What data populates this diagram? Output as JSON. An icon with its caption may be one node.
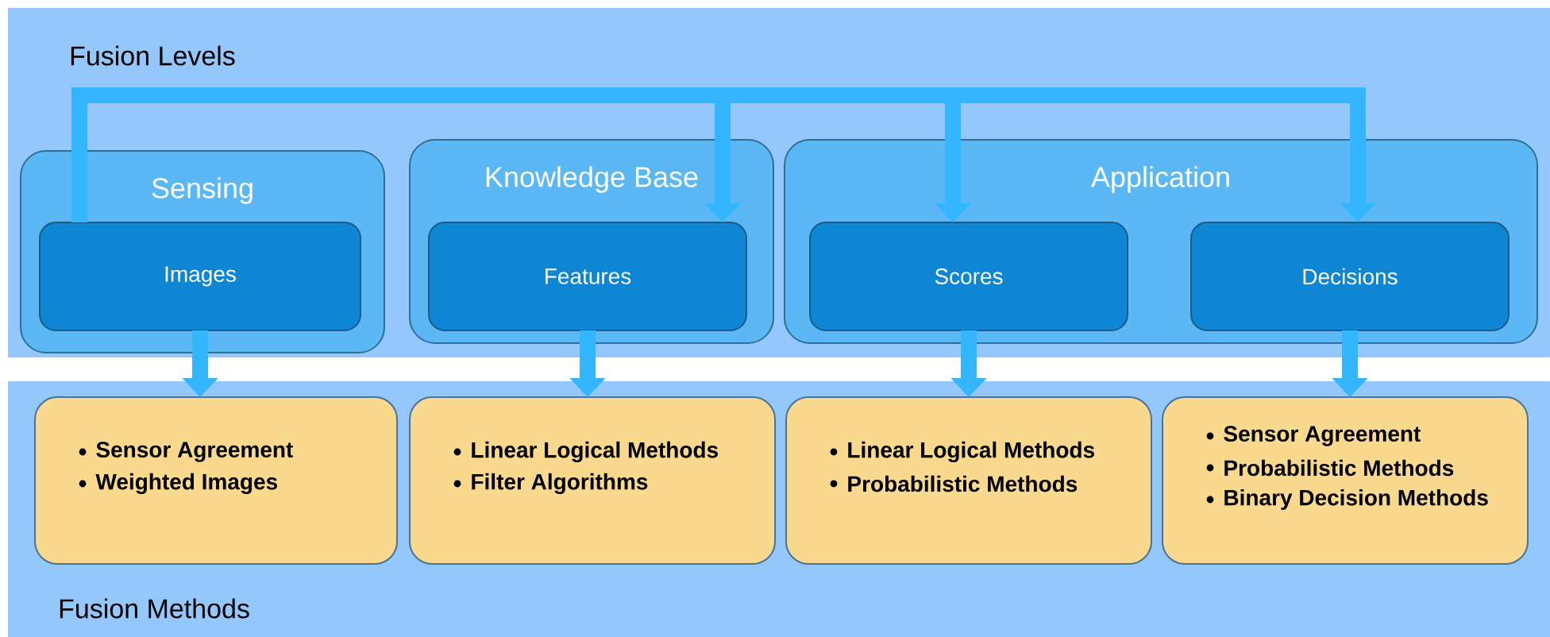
{
  "diagram": {
    "nodes": [
      {
        "text": [
          "Fusion Levels"
        ]
      },
      {
        "text": [
          "Sensing"
        ],
        "in": 0
      },
      {
        "text": [
          "Images"
        ],
        "in": 1
      },
      {
        "text": [
          "Knowledge Base"
        ],
        "in": 0
      },
      {
        "text": [
          "Features"
        ],
        "in": 3
      },
      {
        "text": [
          "Application"
        ],
        "in": 0
      },
      {
        "text": [
          "Scores"
        ],
        "in": 5
      },
      {
        "text": [
          "Decisions"
        ],
        "in": 5
      },
      {
        "text": [
          "Fusion Methods"
        ]
      },
      {
        "text": [
          "Sensor Agreement",
          "Weighted Images"
        ],
        "in": 8
      },
      {
        "text": [
          "Linear Logical Methods",
          "Filter Algorithms"
        ],
        "in": 8
      },
      {
        "text": [
          "Linear Logical Methods",
          "Probabilistic Methods"
        ],
        "in": 8
      },
      {
        "text": [
          "Sensor Agreement",
          "Probabilistic Methods",
          "Binary Decision Methods"
        ],
        "in": 8
      }
    ],
    "edges": [
      {
        "from": 2,
        "to": 4,
        "arrow": "to"
      },
      {
        "from": 2,
        "to": 6,
        "arrow": "to"
      },
      {
        "from": 2,
        "to": 7,
        "arrow": "to"
      },
      {
        "from": 2,
        "to": 9,
        "arrow": "to"
      },
      {
        "from": 4,
        "to": 10,
        "arrow": "to"
      },
      {
        "from": 6,
        "to": 11,
        "arrow": "to"
      },
      {
        "from": 7,
        "to": 12,
        "arrow": "to"
      }
    ]
  }
}
